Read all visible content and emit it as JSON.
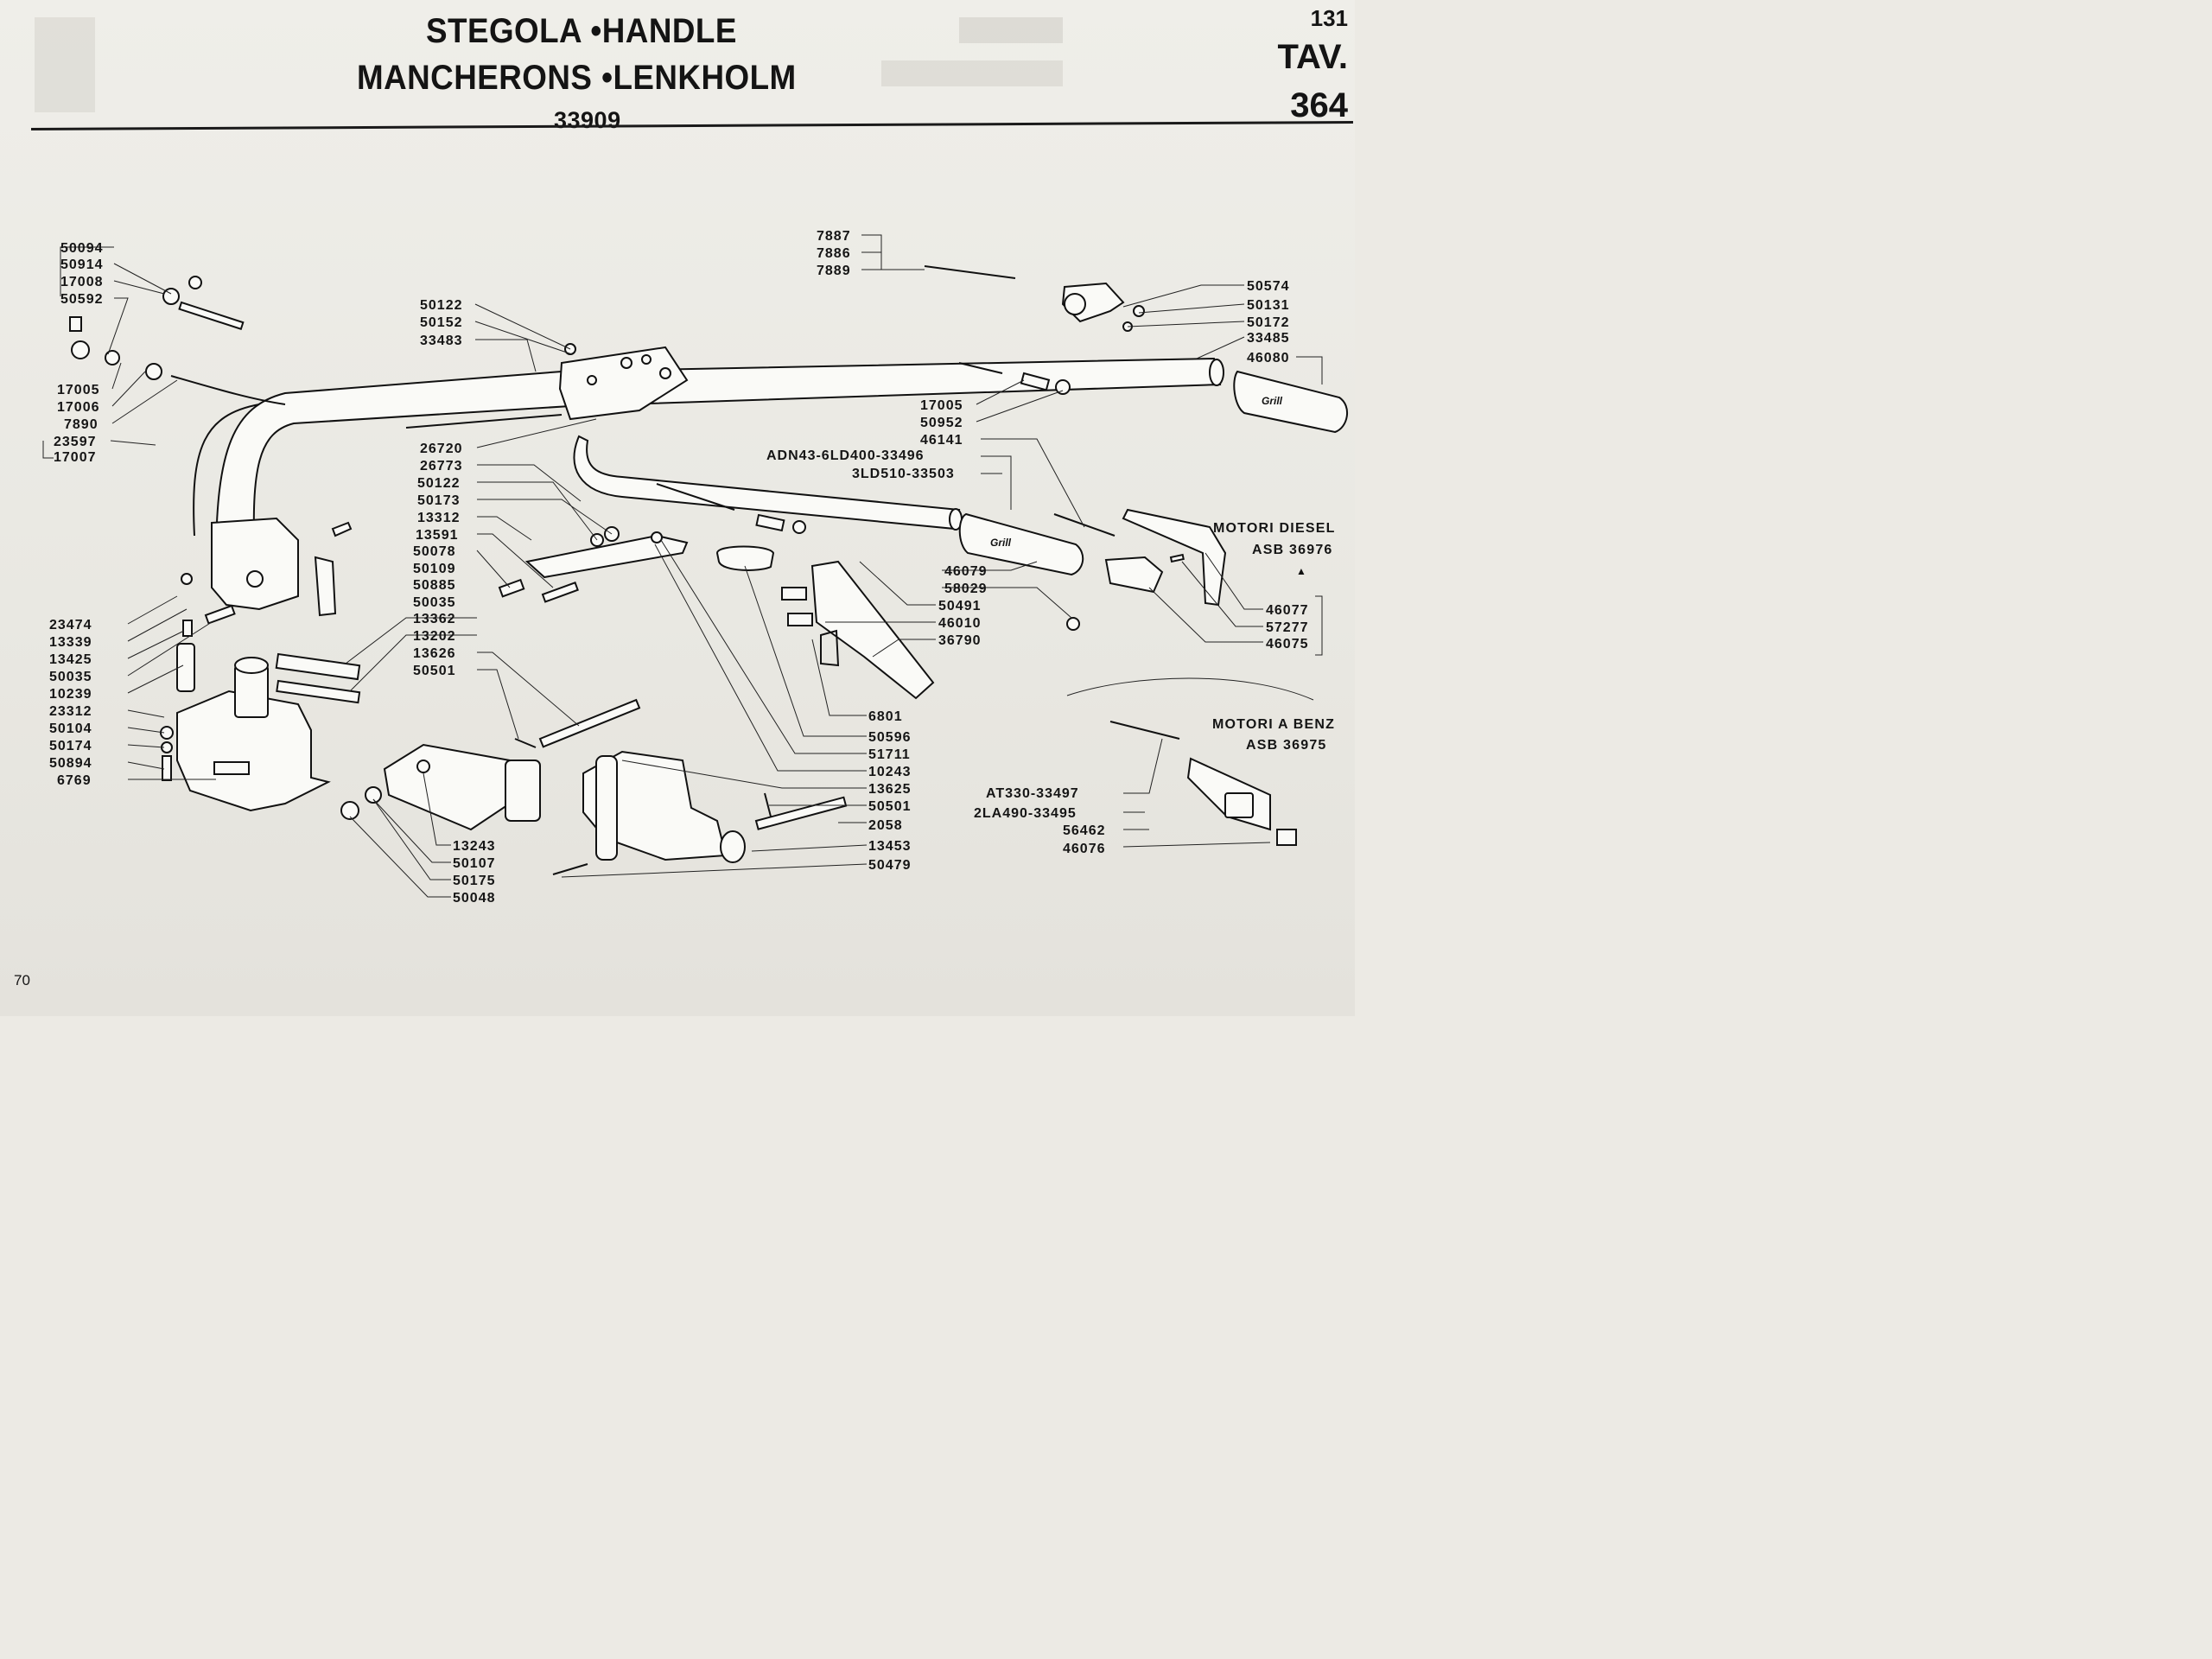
{
  "header": {
    "title_line1": "STEGOLA •HANDLE",
    "title_line2": "MANCHERONS •LENKHOLM",
    "code": "33909",
    "page_number": "131",
    "table_label": "TAV.",
    "table_number": "364"
  },
  "footer": {
    "page": "70"
  },
  "sections": {
    "diesel_title": "MOTORI DIESEL",
    "diesel_asb": "ASB 36976",
    "petrol_title": "MOTORI A BENZ",
    "petrol_asb": "ASB 36975"
  },
  "callouts": {
    "left_column": [
      "50094",
      "50914",
      "17008",
      "50592",
      "17005",
      "17006",
      "7890",
      "23597",
      "17007"
    ],
    "left_lower": [
      "23474",
      "13339",
      "13425",
      "50035",
      "10239",
      "23312",
      "50104",
      "50174",
      "50894",
      "6769"
    ],
    "top_center": [
      "50122",
      "50152",
      "33483"
    ],
    "center_column": [
      "26720",
      "26773",
      "50122",
      "50173",
      "13312",
      "13591",
      "50078",
      "50109",
      "50885",
      "50035",
      "13362",
      "13202",
      "13626",
      "50501"
    ],
    "bottom_center": [
      "13243",
      "50107",
      "50175",
      "50048"
    ],
    "cable_top": [
      "7887",
      "7886",
      "7889"
    ],
    "top_right": [
      "50574",
      "50131",
      "50172",
      "33485",
      "46080"
    ],
    "right_middle": [
      "17005",
      "50952",
      "46141",
      "ADN43-6LD400-33496",
      "3LD510-33503"
    ],
    "right_lower": [
      "46079",
      "58029",
      "50491",
      "46010",
      "36790"
    ],
    "bottom_right_column": [
      "6801",
      "50596",
      "51711",
      "10243",
      "13625",
      "50501",
      "2058",
      "13453",
      "50479"
    ],
    "diesel_parts": [
      "46077",
      "57277",
      "46075"
    ],
    "petrol_parts": [
      "AT330-33497",
      "2LA490-33495",
      "56462",
      "46076"
    ]
  },
  "grip_brand": "Grill"
}
